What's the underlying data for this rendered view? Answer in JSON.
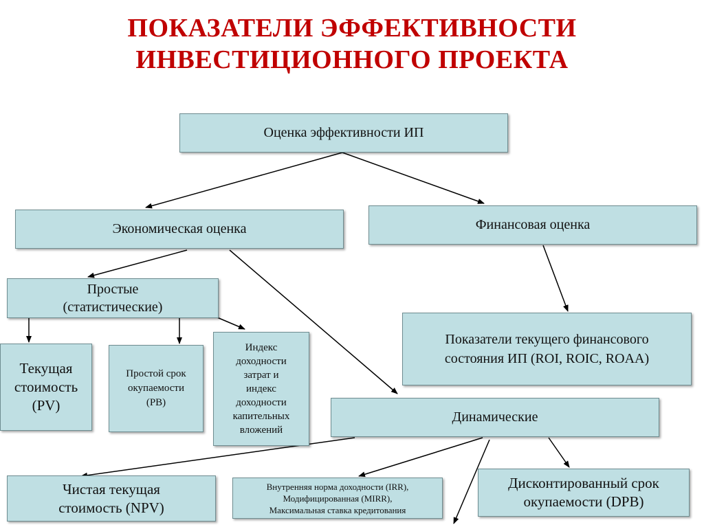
{
  "title": {
    "line1": "ПОКАЗАТЕЛИ ЭФФЕКТИВНОСТИ",
    "line2": "ИНВЕСТИЦИОННОГО ПРОЕКТА"
  },
  "nodes": {
    "root": "Оценка эффективности ИП",
    "economic": "Экономическая оценка",
    "financial": "Финансовая оценка",
    "simple_line1": "Простые",
    "simple_line2": "(статистические)",
    "pv_line1": "Текущая",
    "pv_line2": "стоимость",
    "pv_line3": "(PV)",
    "pb_line1": "Простой срок",
    "pb_line2": "окупаемости",
    "pb_line3": "(PB)",
    "index_line1": "Индекс",
    "index_line2": "доходности",
    "index_line3": "затрат и",
    "index_line4": "индекс",
    "index_line5": "доходности",
    "index_line6": "капительных",
    "index_line7": "вложений",
    "current_line1": "Показатели текущего финансового",
    "current_line2": "состояния ИП (ROI, ROIC, ROAA)",
    "dynamic": "Динамические",
    "npv_line1": "Чистая текущая",
    "npv_line2": "стоимость (NPV)",
    "irr_line1": "Внутренняя норма доходности (IRR),",
    "irr_line2": "Модифицированная (MIRR),",
    "irr_line3": "Максимальная ставка кредитования",
    "dpb_line1": "Дисконтированный срок",
    "dpb_line2": "окупаемости (DPB)"
  }
}
